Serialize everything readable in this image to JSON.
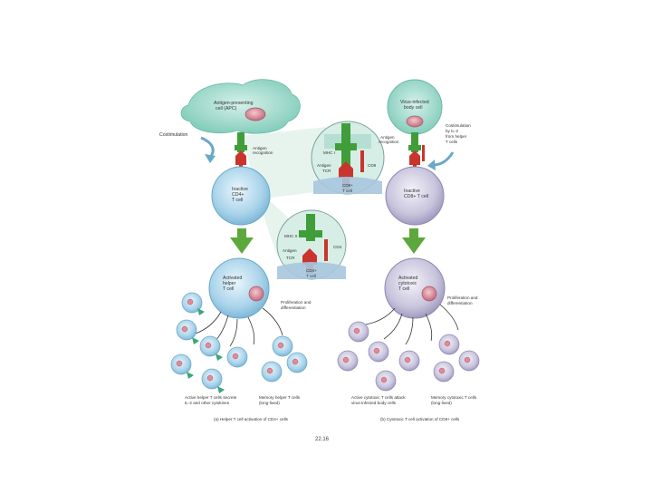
{
  "labels": {
    "apc": [
      "Antigen-presenting",
      "cell (APC)"
    ],
    "costimulation": "Costimulation",
    "antigen_recognition_left": [
      "Antigen",
      "recognition"
    ],
    "inactive_cd4": [
      "Inactive",
      "CD4+",
      "T cell"
    ],
    "activated_helper": [
      "Activated",
      "helper",
      "T cell"
    ],
    "proliferation_left": [
      "Proliferation and",
      "differentiation"
    ],
    "zoom_cd4": {
      "mhc": "MHC II",
      "antigen": "Antigen",
      "tcr": "TCR",
      "cd": "CD4",
      "cell": [
        "CD4+",
        "T cell"
      ]
    },
    "zoom_cd8": {
      "mhc": "MHC I",
      "antigen": "Antigen",
      "tcr": "TCR",
      "cd": "CD8",
      "cell": [
        "CD8+",
        "T cell"
      ]
    },
    "infected_cell": [
      "Virus-infected",
      "body cell"
    ],
    "antigen_recognition_right": [
      "Antigen",
      "recognition"
    ],
    "costimulation_right": [
      "Costimulation",
      "by IL-2",
      "from helper",
      "T cells"
    ],
    "inactive_cd8": [
      "Inactive",
      "CD8+ T cell"
    ],
    "activated_cytotoxic": [
      "Activated",
      "cytotoxic",
      "T cell"
    ],
    "proliferation_right": [
      "Proliferation and",
      "differentiation"
    ],
    "active_helper_caption": [
      "Active helper T cells secrete",
      "IL-2 and other cytokines"
    ],
    "memory_helper_caption": [
      "Memory helper T cells",
      "(long-lived)"
    ],
    "active_cytotoxic_caption": [
      "Active cytotoxic T cells attack",
      "virus-infected body cells"
    ],
    "memory_cytotoxic_caption": [
      "Memory cytotoxic T cells",
      "(long-lived)"
    ],
    "panel_a": "(a) Helper T cell activation of CD4+ cells",
    "panel_b": "(b) Cytotoxic T cell activation of CD8+ cells",
    "figure_number": "22.16"
  },
  "colors": {
    "apc_fill": "#8fd3c4",
    "helper_cell": "#a9d3ea",
    "cytotoxic_cell": "#c8c4dc",
    "nucleus": "#d98a9a",
    "arrow_green": "#5da83d",
    "receptor_green": "#3f9e3a",
    "receptor_red": "#c9352d",
    "zoom_bg": "#d6eee6"
  }
}
